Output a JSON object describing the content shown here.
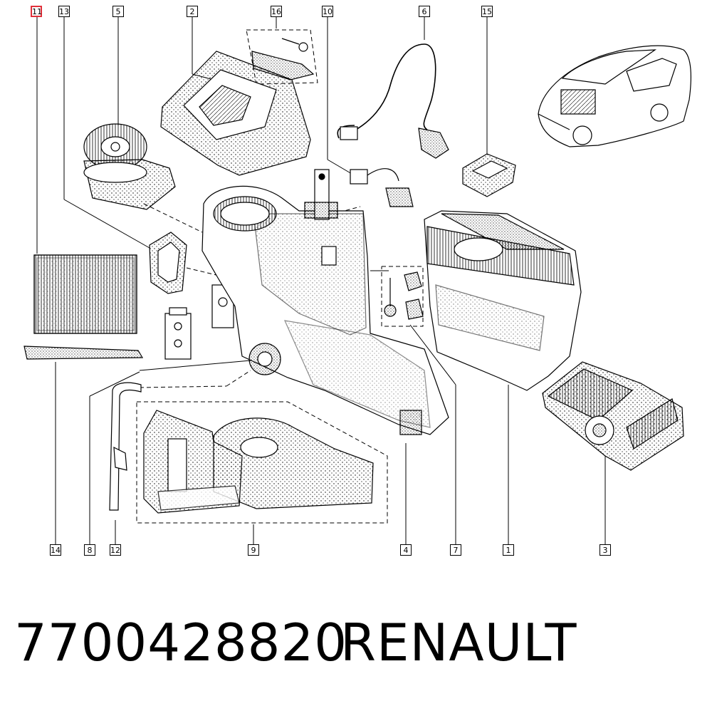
{
  "callouts": {
    "c11": "11",
    "c13": "13",
    "c5": "5",
    "c2": "2",
    "c16": "16",
    "c10": "10",
    "c6": "6",
    "c15": "15",
    "c14": "14",
    "c8": "8",
    "c12": "12",
    "c9": "9",
    "c4": "4",
    "c7": "7",
    "c1": "1",
    "c3": "3"
  },
  "highlighted_callout": "11",
  "highlight_color": "#e0303a",
  "caption": {
    "part_number": "7700428820",
    "brand": "RENAULT"
  }
}
